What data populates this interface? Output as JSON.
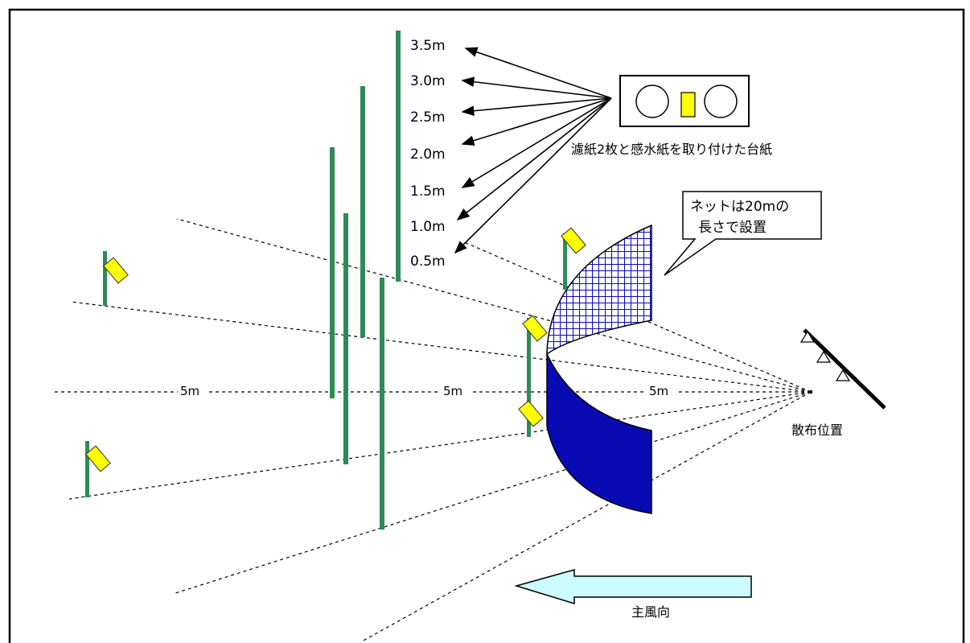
{
  "heights": [
    "3.5m",
    "3.0m",
    "2.5m",
    "2.0m",
    "1.5m",
    "1.0m",
    "0.5m"
  ],
  "card_caption": "濾紙2枚と感水紙を取り付けた台紙",
  "net_note": [
    "ネットは20mの",
    "長さで設置"
  ],
  "distances": [
    "5m",
    "5m",
    "5m"
  ],
  "spray_label": "散布位置",
  "wind_label": "主風向",
  "colors": {
    "pole": "#2e8b57",
    "card": "#ffff00",
    "net": "#0a0ab4",
    "wind_arrow": "#ccfcff"
  }
}
